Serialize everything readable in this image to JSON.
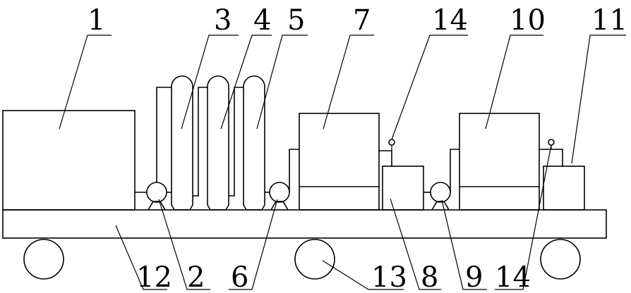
{
  "labels": {
    "l1": "1",
    "l3": "3",
    "l4": "4",
    "l5": "5",
    "l7": "7",
    "l14_top": "14",
    "l10": "10",
    "l11": "11",
    "l12": "12",
    "l2": "2",
    "l6": "6",
    "l13": "13",
    "l8": "8",
    "l9": "9",
    "l14_bottom": "14"
  }
}
